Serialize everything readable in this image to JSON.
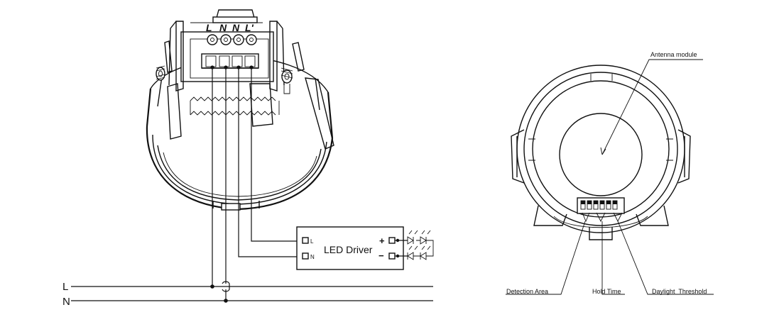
{
  "left_diagram": {
    "terminal_labels": [
      "L",
      "N",
      "N",
      "L'"
    ],
    "driver": {
      "title": "LED Driver",
      "input_l": "L",
      "input_n": "N",
      "output_plus": "+",
      "output_minus": "−"
    },
    "mains": {
      "line": "L",
      "neutral": "N"
    }
  },
  "right_diagram": {
    "antenna_label": "Antenna module",
    "callouts": {
      "detection_area": "Detection Area",
      "hold_time": "Hold Time",
      "daylight_threshold": "Daylight  Threshold"
    }
  }
}
